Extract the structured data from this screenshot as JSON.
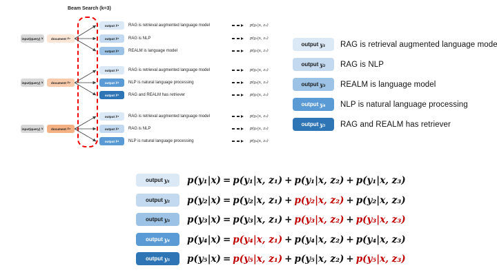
{
  "diagram": {
    "title": "Beam Search (k=3)",
    "input_pre": "input(query)",
    "input_var": "x",
    "groups": [
      {
        "doc_pre": "document",
        "doc_var": "z₁",
        "rows": [
          {
            "pre": "output",
            "var": "y₁",
            "sentence": "RAG is retrieval augmented language model",
            "prob": "p(y₁|x, z₁)"
          },
          {
            "pre": "output",
            "var": "y₂",
            "sentence": "RAG is NLP",
            "prob": "p(y₂|x, z₁)"
          },
          {
            "pre": "output",
            "var": "y₃",
            "sentence": "REALM is language model",
            "prob": "p(y₃|x, z₁)"
          }
        ]
      },
      {
        "doc_pre": "document",
        "doc_var": "z₂",
        "rows": [
          {
            "pre": "output",
            "var": "y₁",
            "sentence": "RAG is retrieval augmented language model",
            "prob": "p(y₁|x, z₂)"
          },
          {
            "pre": "output",
            "var": "y₄",
            "sentence": "NLP is natural language processing",
            "prob": "p(y₄|x, z₂)"
          },
          {
            "pre": "output",
            "var": "y₅",
            "sentence": "RAG and REALM has retriever",
            "prob": "p(y₅|x, z₂)"
          }
        ]
      },
      {
        "doc_pre": "document",
        "doc_var": "z₃",
        "rows": [
          {
            "pre": "output",
            "var": "y₁",
            "sentence": "RAG is retrieval augmented language model",
            "prob": "p(y₁|x, z₃)"
          },
          {
            "pre": "output",
            "var": "y₂",
            "sentence": "RAG is NLP",
            "prob": "p(y₂|x, z₃)"
          },
          {
            "pre": "output",
            "var": "y₄",
            "sentence": "NLP is natural language processing",
            "prob": "p(y₄|x, z₃)"
          }
        ]
      }
    ]
  },
  "legend": {
    "items": [
      {
        "pre": "output",
        "var": "y₁",
        "text": "RAG is retrieval augmented language model"
      },
      {
        "pre": "output",
        "var": "y₂",
        "text": "RAG is NLP"
      },
      {
        "pre": "output",
        "var": "y₃",
        "text": "REALM is language model"
      },
      {
        "pre": "output",
        "var": "y₄",
        "text": "NLP is natural language processing"
      },
      {
        "pre": "output",
        "var": "y₅",
        "text": "RAG and REALM has retriever"
      }
    ]
  },
  "equations": {
    "ops": {
      "eq": "=",
      "plus": "+"
    },
    "rows": [
      {
        "pre": "output",
        "var": "y₁",
        "lhs": "p(y₁|x)",
        "terms": [
          {
            "t": "p(y₁|x, z₁)",
            "cls": "t"
          },
          {
            "t": "p(y₁|x, z₂)",
            "cls": "t"
          },
          {
            "t": "p(y₁|x, z₃)",
            "cls": "t"
          }
        ]
      },
      {
        "pre": "output",
        "var": "y₂",
        "lhs": "p(y₂|x)",
        "terms": [
          {
            "t": "p(y₂|x, z₁)",
            "cls": "t"
          },
          {
            "t": "p(y₂|x, z₂)",
            "cls": "t red"
          },
          {
            "t": "p(y₂|x, z₃)",
            "cls": "t"
          }
        ]
      },
      {
        "pre": "output",
        "var": "y₃",
        "lhs": "p(y₃|x)",
        "terms": [
          {
            "t": "p(y₃|x, z₁)",
            "cls": "t"
          },
          {
            "t": "p(y₃|x, z₂)",
            "cls": "t red"
          },
          {
            "t": "p(y₃|x, z₃)",
            "cls": "t red"
          }
        ]
      },
      {
        "pre": "output",
        "var": "y₄",
        "lhs": "p(y₄|x)",
        "terms": [
          {
            "t": "p(y₄|x, z₁)",
            "cls": "t red"
          },
          {
            "t": "p(y₄|x, z₂)",
            "cls": "t"
          },
          {
            "t": "p(y₄|x, z₃)",
            "cls": "t"
          }
        ]
      },
      {
        "pre": "output",
        "var": "y₅",
        "lhs": "p(y₅|x)",
        "terms": [
          {
            "t": "p(y₅|x, z₁)",
            "cls": "t red"
          },
          {
            "t": "p(y₅|x, z₂)",
            "cls": "t"
          },
          {
            "t": "p(y₅|x, z₃)",
            "cls": "t red"
          }
        ]
      }
    ]
  },
  "colors": {
    "output_tones": [
      "#dbe9f7",
      "#c2d9ef",
      "#9cc3e5",
      "#5b9bd5",
      "#2e75b6"
    ],
    "document_tones": [
      "#fbe5d6",
      "#f8cbad",
      "#f4b183"
    ],
    "input_gray": "#d7d7d7",
    "beam_box_red": "#f20000",
    "equation_red": "#c00000"
  }
}
